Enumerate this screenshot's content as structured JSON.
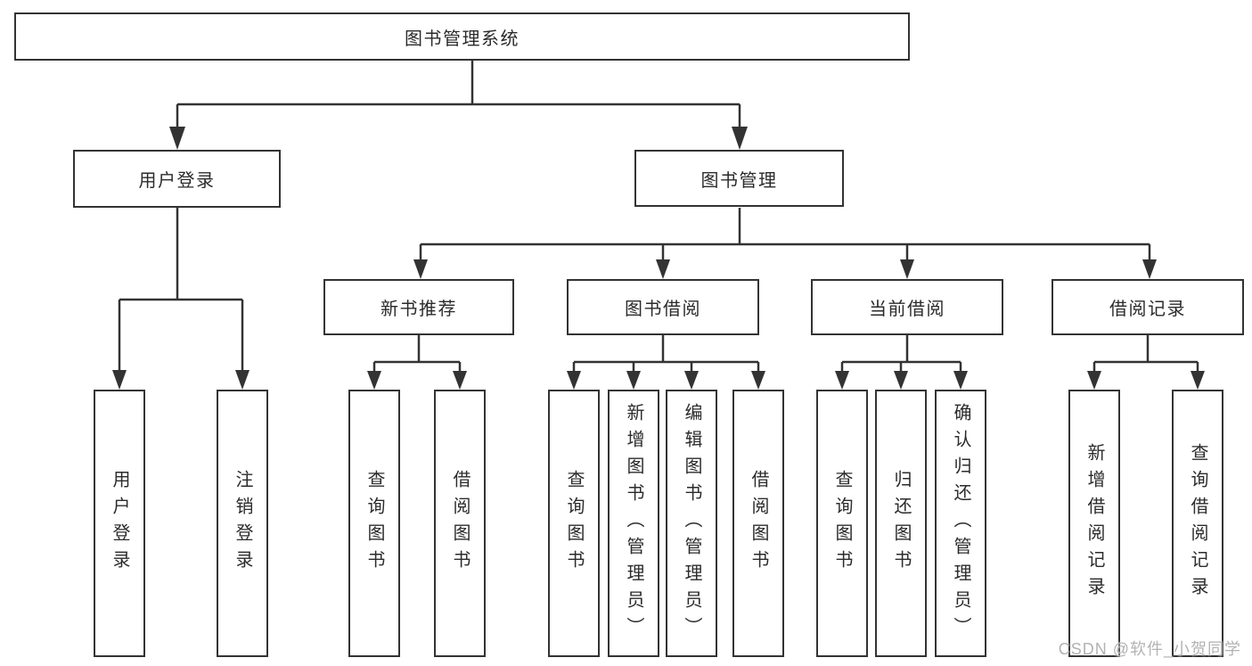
{
  "diagram_type": "hierarchy-tree",
  "colors": {
    "background": "#ffffff",
    "line": "#333333",
    "box_border": "#333333",
    "box_fill": "#ffffff",
    "text": "#2b2b2b",
    "watermark": "#b3b3b3"
  },
  "tree": {
    "label": "图书管理系统",
    "children": [
      {
        "label": "用户登录",
        "children": [
          {
            "label": "用户登录"
          },
          {
            "label": "注销登录"
          }
        ]
      },
      {
        "label": "图书管理",
        "children": [
          {
            "label": "新书推荐",
            "children": [
              {
                "label": "查询图书"
              },
              {
                "label": "借阅图书"
              }
            ]
          },
          {
            "label": "图书借阅",
            "children": [
              {
                "label": "查询图书"
              },
              {
                "label": "新增图书（管理员）"
              },
              {
                "label": "编辑图书（管理员）"
              },
              {
                "label": "借阅图书"
              }
            ]
          },
          {
            "label": "当前借阅",
            "children": [
              {
                "label": "查询图书"
              },
              {
                "label": "归还图书"
              },
              {
                "label": "确认归还（管理员）"
              }
            ]
          },
          {
            "label": "借阅记录",
            "children": [
              {
                "label": "新增借阅记录"
              },
              {
                "label": "查询借阅记录"
              }
            ]
          }
        ]
      }
    ]
  },
  "watermark": {
    "text": "CSDN @软件_小贺同学"
  }
}
